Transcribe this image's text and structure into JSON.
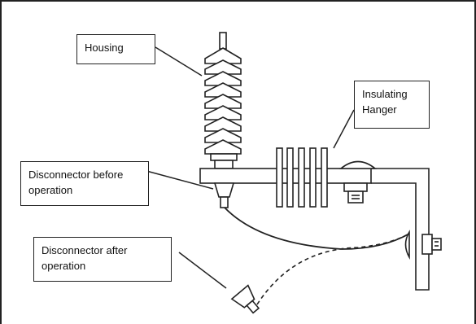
{
  "labels": {
    "housing": "Housing",
    "insulating_hanger": "Insulating\nHanger",
    "disconnector_before": "Disconnector before\noperation",
    "disconnector_after": "Disconnector after\noperation"
  },
  "colors": {
    "line": "#222222",
    "background": "#ffffff"
  }
}
